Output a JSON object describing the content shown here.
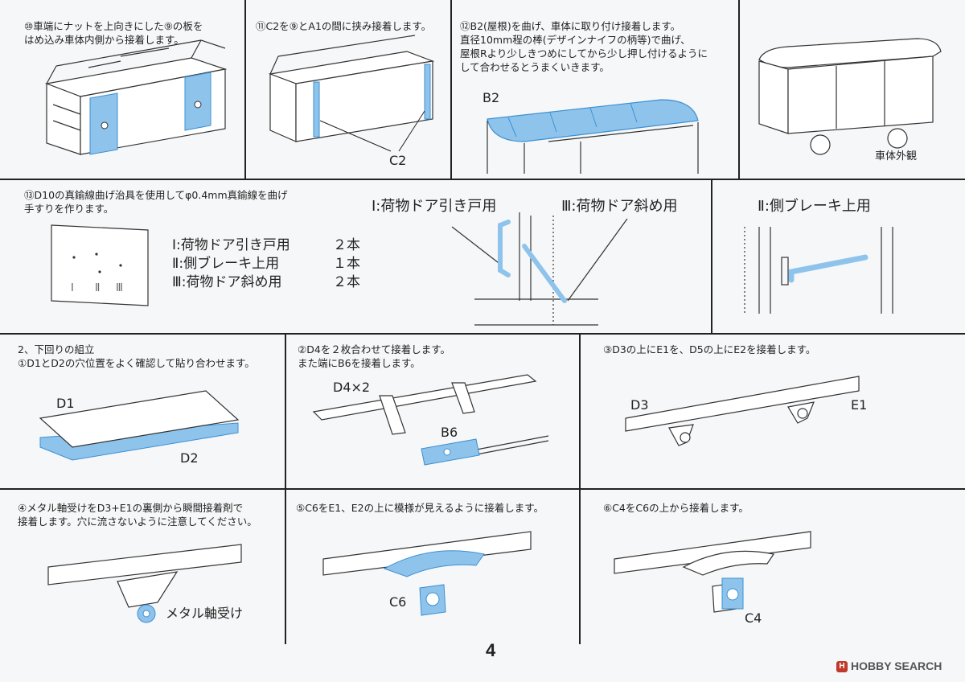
{
  "steps": {
    "s10": "⑩車端にナットを上向きにした⑨の板を\nはめ込み車体内側から接着します。",
    "s11": "⑪C2を⑨とA1の間に挟み接着します。",
    "s12": "⑫B2(屋根)を曲げ、車体に取り付け接着します。\n直径10mm程の棒(デザインナイフの柄等)で曲げ、\n屋根Rより少しきつめにしてから少し押し付けるように\nして合わせるとうまくいきます。",
    "s13": "⑬D10の真鍮線曲げ治具を使用してφ0.4mm真鍮線を曲げ\n手すりを作ります。",
    "sec2": "2、下回りの組立\n①D1とD2の穴位置をよく確認して貼り合わせます。",
    "s2_2": "②D4を２枚合わせて接着します。\nまた端にB6を接着します。",
    "s2_3": "③D3の上にE1を、D5の上にE2を接着します。",
    "s2_4": "④メタル軸受けをD3+E1の裏側から瞬間接着剤で\n接着します。穴に流さないように注意してください。",
    "s2_5": "⑤C6をE1、E2の上に模様が見えるように接着します。",
    "s2_6": "⑥C4をC6の上から接着します。"
  },
  "labels": {
    "c2": "C2",
    "b2": "B2",
    "body_exterior": "車体外観",
    "i_door_sliding": "Ⅰ:荷物ドア引き戸用",
    "iii_door_diagonal": "Ⅲ:荷物ドア斜め用",
    "ii_side_brake": "Ⅱ:側ブレーキ上用",
    "d1": "D1",
    "d2": "D2",
    "d4x2": "D4×2",
    "b6": "B6",
    "d3": "D3",
    "e1": "E1",
    "c6": "C6",
    "c4": "C4",
    "metal_bearing": "メタル軸受け",
    "jig_marks": [
      "Ⅰ",
      "Ⅱ",
      "Ⅲ"
    ]
  },
  "handrails": [
    {
      "type": "Ⅰ:荷物ドア引き戸用",
      "qty": "２本"
    },
    {
      "type": "Ⅱ:側ブレーキ上用",
      "qty": "１本"
    },
    {
      "type": "Ⅲ:荷物ドア斜め用",
      "qty": "２本"
    }
  ],
  "page_number": "4",
  "watermark": "HOBBY SEARCH",
  "colors": {
    "accent_blue": "#8ec4ec",
    "blue_stroke": "#3d8fd1",
    "line": "#222222"
  }
}
